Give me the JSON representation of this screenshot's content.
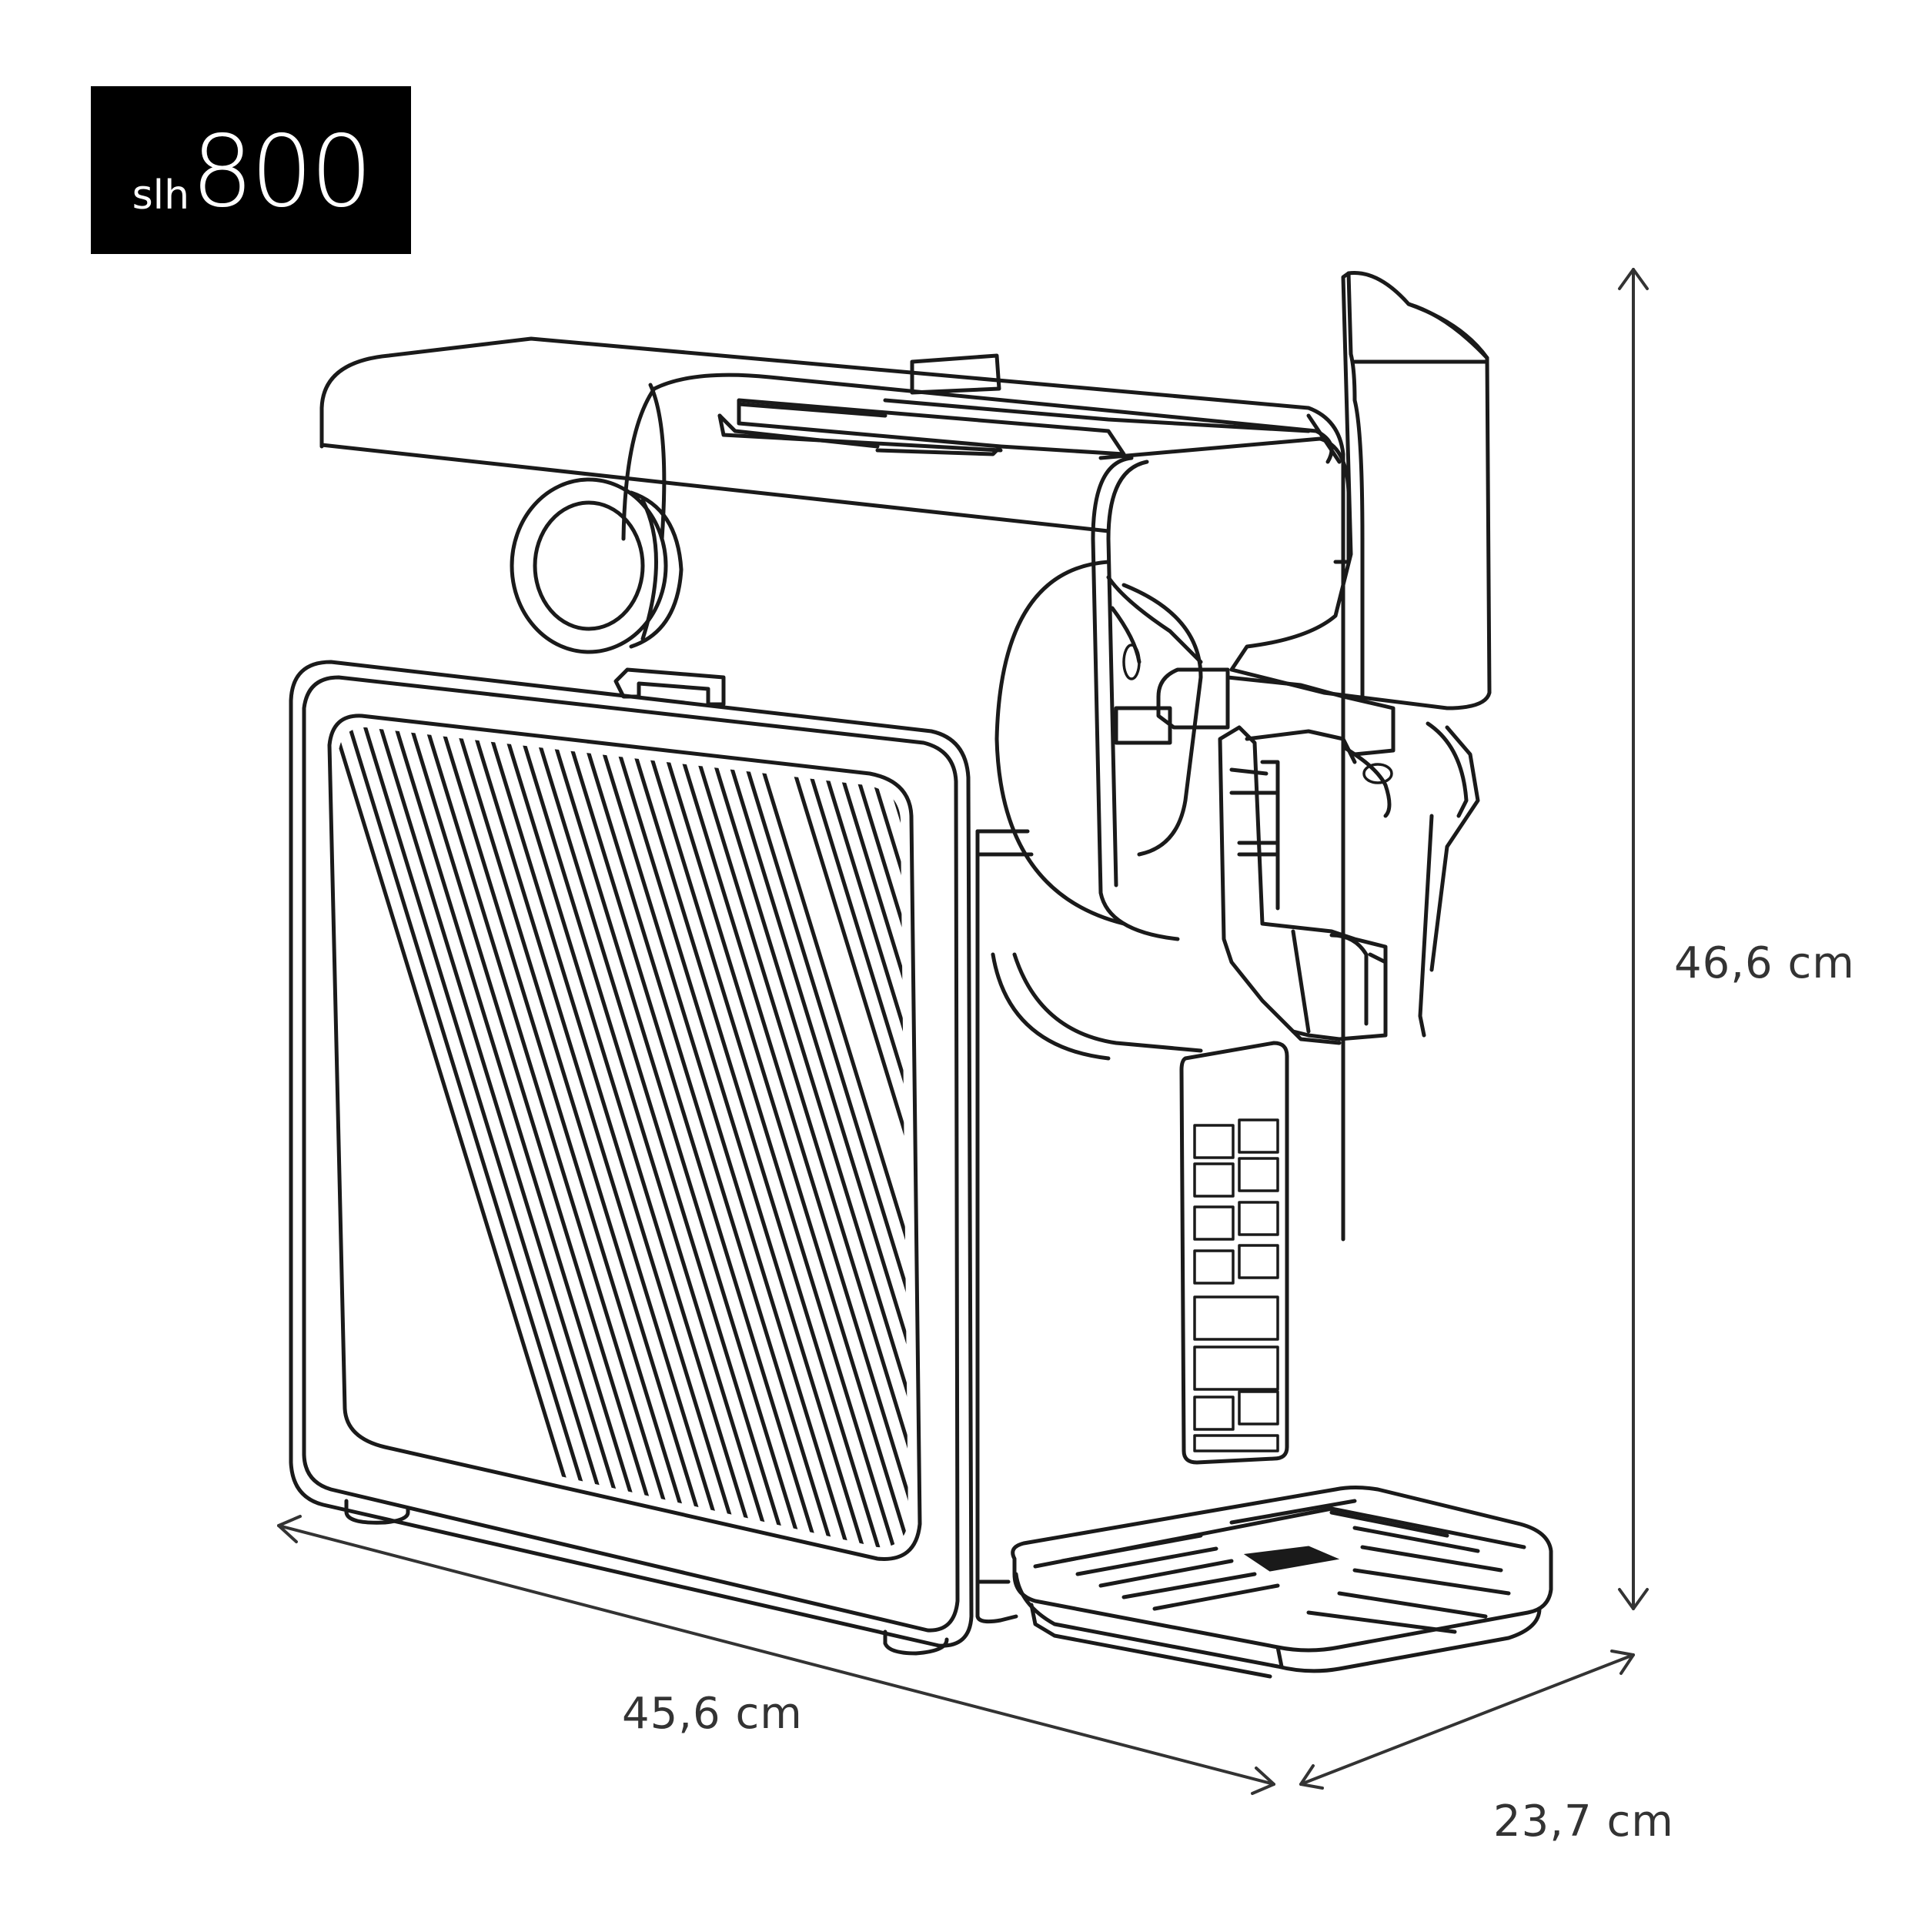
{
  "brand": {
    "prefix": "slh",
    "model": "800"
  },
  "dimensions": {
    "height": "46,6 cm",
    "width": "45,6 cm",
    "depth": "23,7 cm"
  },
  "colors": {
    "line": "#1a1a1a",
    "brand_box": "#000000",
    "background": "#ffffff"
  }
}
